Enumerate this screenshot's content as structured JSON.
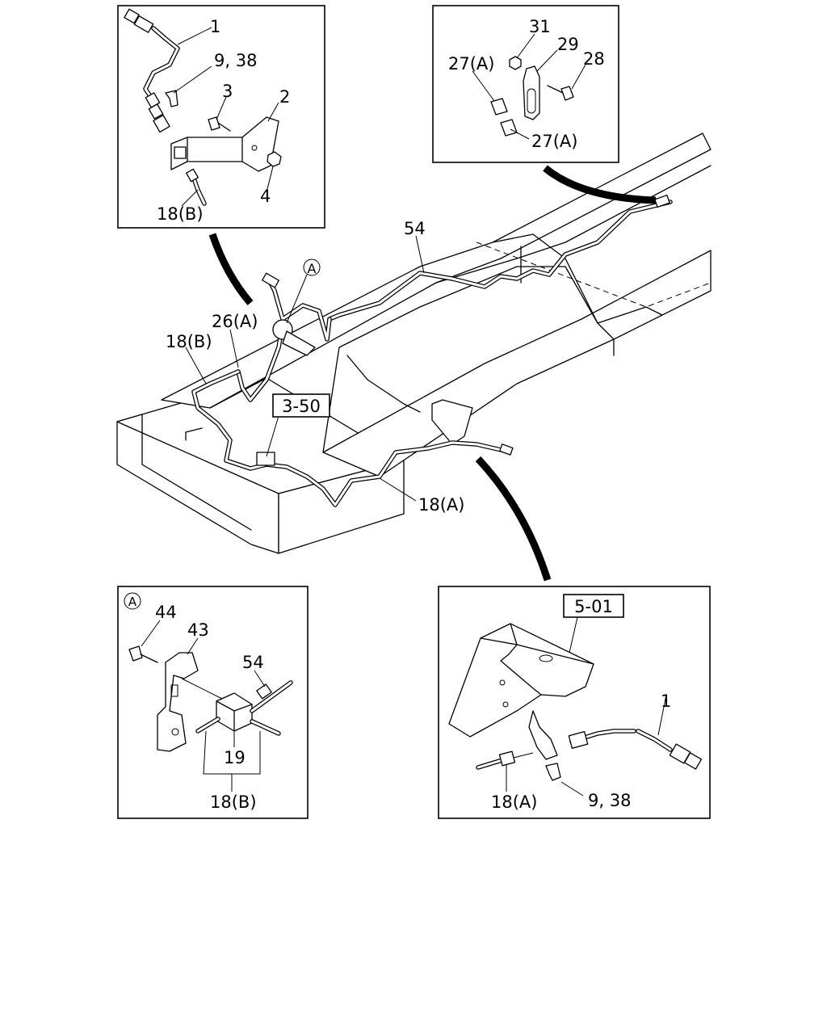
{
  "callouts": {
    "tl": {
      "l1": "1",
      "l938": "9, 38",
      "l3": "3",
      "l2": "2",
      "l4": "4",
      "l18b": "18(B)"
    },
    "tr": {
      "l31": "31",
      "l29": "29",
      "l28": "28",
      "l27a_top": "27(A)",
      "l27a_bot": "27(A)"
    },
    "main": {
      "l54": "54",
      "lA": "A",
      "l26a": "26(A)",
      "l18b": "18(B)",
      "ref350": "3-50",
      "l18a": "18(A)"
    },
    "bl": {
      "marker": "A",
      "l44": "44",
      "l43": "43",
      "l54": "54",
      "l19": "19",
      "l18b": "18(B)"
    },
    "br": {
      "ref501": "5-01",
      "l1": "1",
      "l18a": "18(A)",
      "l938": "9, 38"
    }
  }
}
